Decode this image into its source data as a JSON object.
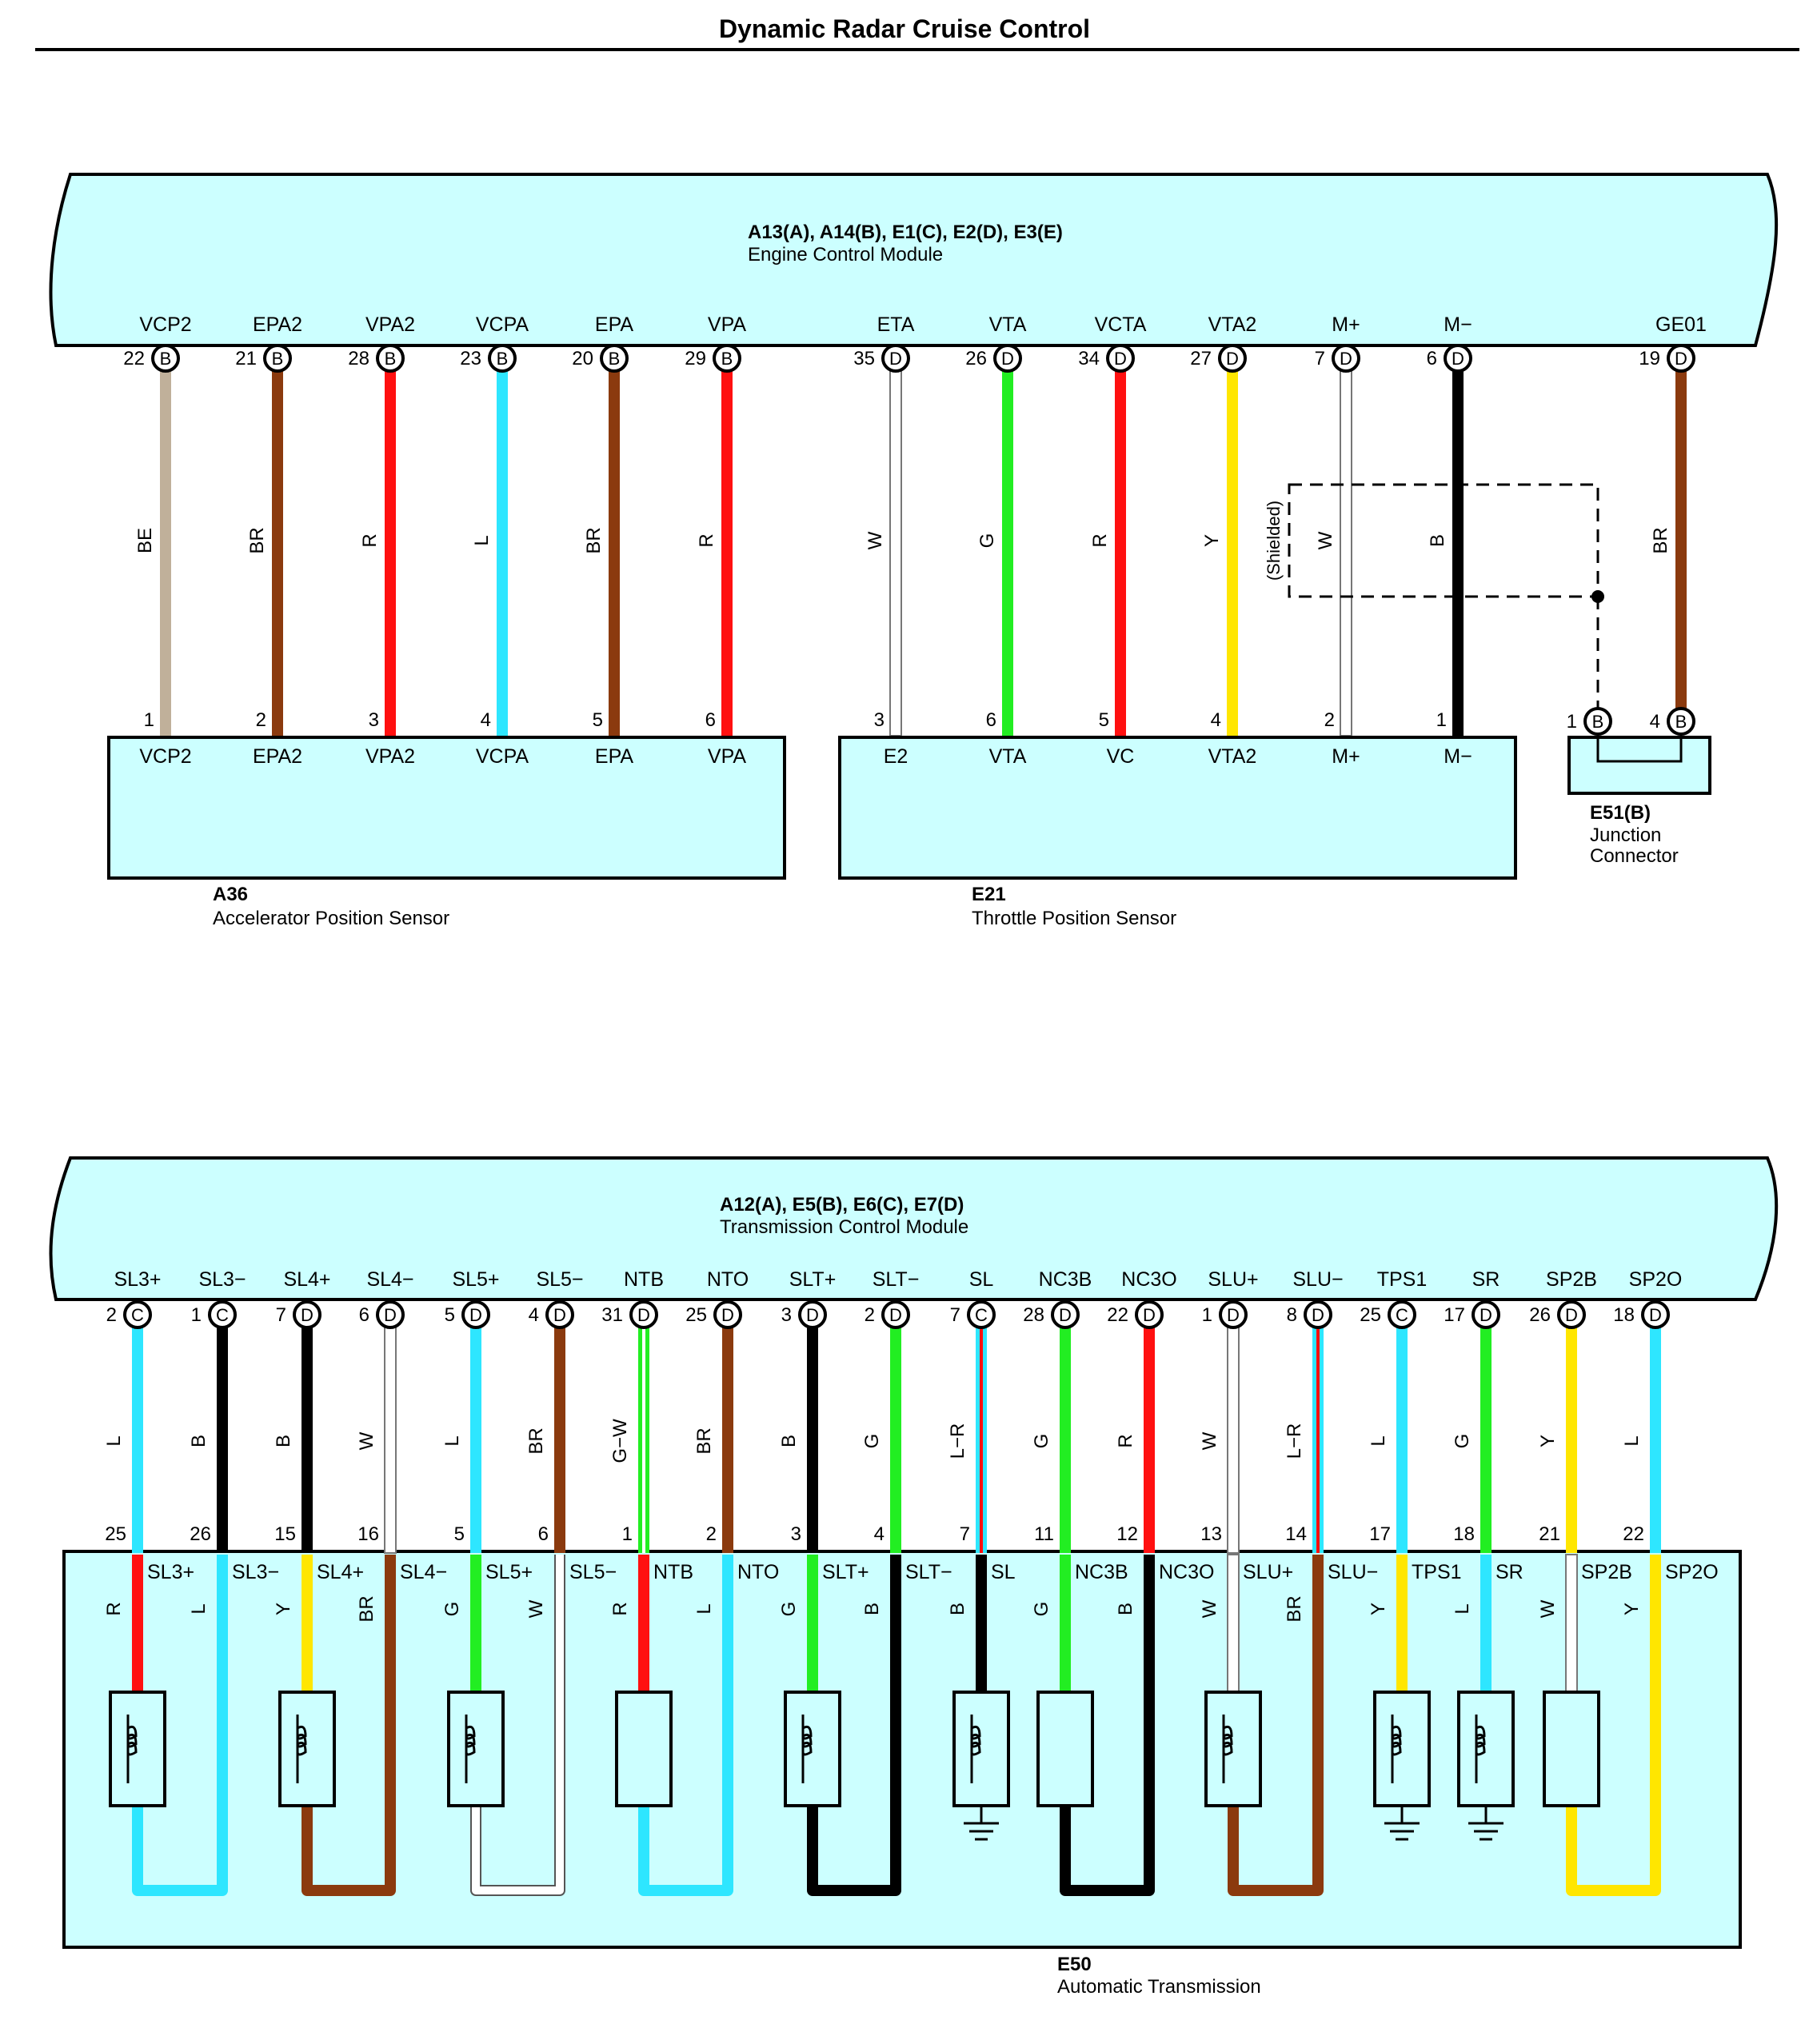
{
  "title": "Dynamic Radar Cruise Control",
  "colors": {
    "BE": "#c0b09a",
    "BR": "#8b3a0e",
    "R": "#ff1010",
    "L": "#2ee6ff",
    "W": "#ffffff",
    "G": "#22ee22",
    "Y": "#ffe600",
    "B": "#000000",
    "module_fill": "#ccffff",
    "stroke": "#000000"
  },
  "ecm": {
    "codes": "A13(A), A14(B), E1(C), E2(D), E3(E)",
    "name": "Engine Control Module",
    "terminals": [
      {
        "label": "VCP2",
        "pin": "22",
        "conn": "B",
        "wire": "BE"
      },
      {
        "label": "EPA2",
        "pin": "21",
        "conn": "B",
        "wire": "BR"
      },
      {
        "label": "VPA2",
        "pin": "28",
        "conn": "B",
        "wire": "R"
      },
      {
        "label": "VCPA",
        "pin": "23",
        "conn": "B",
        "wire": "L"
      },
      {
        "label": "EPA",
        "pin": "20",
        "conn": "B",
        "wire": "BR"
      },
      {
        "label": "VPA",
        "pin": "29",
        "conn": "B",
        "wire": "R"
      },
      {
        "label": "ETA",
        "pin": "35",
        "conn": "D",
        "wire": "W"
      },
      {
        "label": "VTA",
        "pin": "26",
        "conn": "D",
        "wire": "G"
      },
      {
        "label": "VCTA",
        "pin": "34",
        "conn": "D",
        "wire": "R"
      },
      {
        "label": "VTA2",
        "pin": "27",
        "conn": "D",
        "wire": "Y"
      },
      {
        "label": "M+",
        "pin": "7",
        "conn": "D",
        "wire": "W"
      },
      {
        "label": "M−",
        "pin": "6",
        "conn": "D",
        "wire": "B"
      },
      {
        "label": "GE01",
        "pin": "19",
        "conn": "D",
        "wire": "BR"
      }
    ],
    "shield_label": "(Shielded)"
  },
  "a36": {
    "code": "A36",
    "name": "Accelerator Position Sensor",
    "pins": [
      {
        "pin": "1",
        "label": "VCP2"
      },
      {
        "pin": "2",
        "label": "EPA2"
      },
      {
        "pin": "3",
        "label": "VPA2"
      },
      {
        "pin": "4",
        "label": "VCPA"
      },
      {
        "pin": "5",
        "label": "EPA"
      },
      {
        "pin": "6",
        "label": "VPA"
      }
    ]
  },
  "e21": {
    "code": "E21",
    "name": "Throttle Position Sensor",
    "pins": [
      {
        "pin": "3",
        "label": "E2"
      },
      {
        "pin": "6",
        "label": "VTA"
      },
      {
        "pin": "5",
        "label": "VC"
      },
      {
        "pin": "4",
        "label": "VTA2"
      },
      {
        "pin": "2",
        "label": "M+"
      },
      {
        "pin": "1",
        "label": "M−"
      }
    ]
  },
  "e51": {
    "code": "E51(B)",
    "name_line1": "Junction",
    "name_line2": "Connector",
    "pins": [
      {
        "pin": "1",
        "conn": "B"
      },
      {
        "pin": "4",
        "conn": "B"
      }
    ]
  },
  "tcm": {
    "codes": "A12(A), E5(B), E6(C), E7(D)",
    "name": "Transmission Control Module",
    "terminals": [
      {
        "label": "SL3+",
        "pin": "2",
        "conn": "C",
        "wire": "L"
      },
      {
        "label": "SL3−",
        "pin": "1",
        "conn": "C",
        "wire": "B"
      },
      {
        "label": "SL4+",
        "pin": "7",
        "conn": "D",
        "wire": "B"
      },
      {
        "label": "SL4−",
        "pin": "6",
        "conn": "D",
        "wire": "W"
      },
      {
        "label": "SL5+",
        "pin": "5",
        "conn": "D",
        "wire": "L"
      },
      {
        "label": "SL5−",
        "pin": "4",
        "conn": "D",
        "wire": "BR"
      },
      {
        "label": "NTB",
        "pin": "31",
        "conn": "D",
        "wire": "G−W"
      },
      {
        "label": "NTO",
        "pin": "25",
        "conn": "D",
        "wire": "BR"
      },
      {
        "label": "SLT+",
        "pin": "3",
        "conn": "D",
        "wire": "B"
      },
      {
        "label": "SLT−",
        "pin": "2",
        "conn": "D",
        "wire": "G"
      },
      {
        "label": "SL",
        "pin": "7",
        "conn": "C",
        "wire": "L−R"
      },
      {
        "label": "NC3B",
        "pin": "28",
        "conn": "D",
        "wire": "G"
      },
      {
        "label": "NC3O",
        "pin": "22",
        "conn": "D",
        "wire": "R"
      },
      {
        "label": "SLU+",
        "pin": "1",
        "conn": "D",
        "wire": "W"
      },
      {
        "label": "SLU−",
        "pin": "8",
        "conn": "D",
        "wire": "L−R"
      },
      {
        "label": "TPS1",
        "pin": "25",
        "conn": "C",
        "wire": "L"
      },
      {
        "label": "SR",
        "pin": "17",
        "conn": "D",
        "wire": "G"
      },
      {
        "label": "SP2B",
        "pin": "26",
        "conn": "D",
        "wire": "Y"
      },
      {
        "label": "SP2O",
        "pin": "18",
        "conn": "D",
        "wire": "L"
      }
    ]
  },
  "e50": {
    "code": "E50",
    "name": "Automatic Transmission",
    "pins": [
      {
        "pin": "25",
        "label": "SL3+",
        "inner": "R"
      },
      {
        "pin": "26",
        "label": "SL3−",
        "inner": "L"
      },
      {
        "pin": "15",
        "label": "SL4+",
        "inner": "Y"
      },
      {
        "pin": "16",
        "label": "SL4−",
        "inner": "BR"
      },
      {
        "pin": "5",
        "label": "SL5+",
        "inner": "G"
      },
      {
        "pin": "6",
        "label": "SL5−",
        "inner": "W"
      },
      {
        "pin": "1",
        "label": "NTB",
        "inner": "R"
      },
      {
        "pin": "2",
        "label": "NTO",
        "inner": "L"
      },
      {
        "pin": "3",
        "label": "SLT+",
        "inner": "G"
      },
      {
        "pin": "4",
        "label": "SLT−",
        "inner": "B"
      },
      {
        "pin": "7",
        "label": "SL",
        "inner": "B"
      },
      {
        "pin": "11",
        "label": "NC3B",
        "inner": "G"
      },
      {
        "pin": "12",
        "label": "NC3O",
        "inner": "B"
      },
      {
        "pin": "13",
        "label": "SLU+",
        "inner": "W"
      },
      {
        "pin": "14",
        "label": "SLU−",
        "inner": "BR"
      },
      {
        "pin": "17",
        "label": "TPS1",
        "inner": "Y"
      },
      {
        "pin": "18",
        "label": "SR",
        "inner": "L"
      },
      {
        "pin": "21",
        "label": "SP2B",
        "inner": "W"
      },
      {
        "pin": "22",
        "label": "SP2O",
        "inner": "Y"
      }
    ]
  }
}
